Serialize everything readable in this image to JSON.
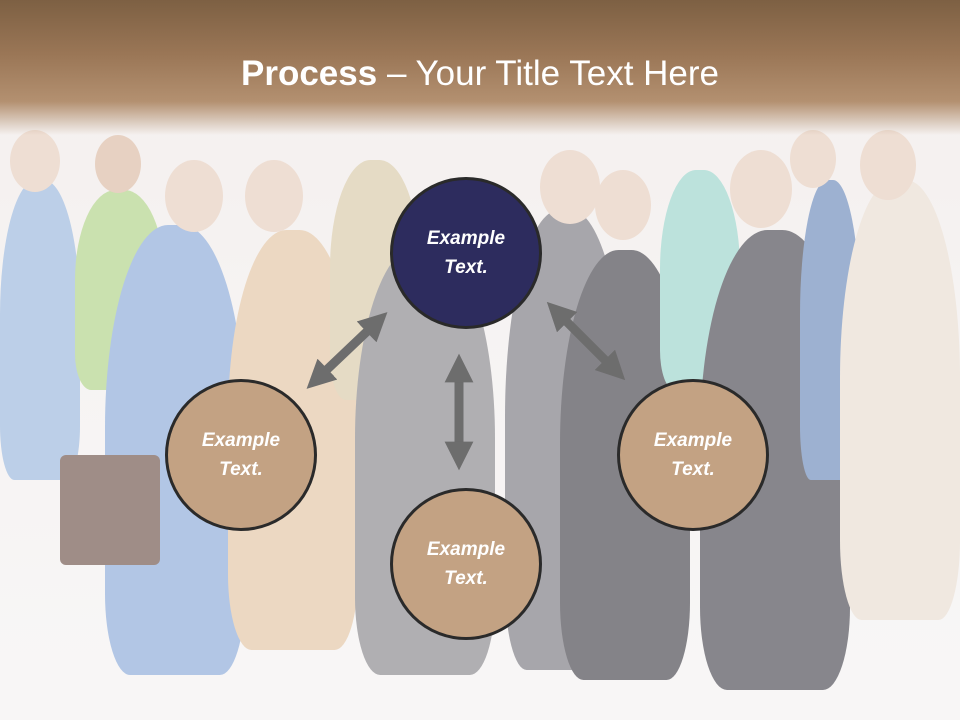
{
  "slide": {
    "title_bold": "Process",
    "title_dash": " – ",
    "title_rest": "Your Title Text Here"
  },
  "diagram": {
    "center_node": "Example Text.",
    "left_node": "Example Text.",
    "bottom_node": "Example Text.",
    "right_node": "Example Text."
  },
  "colors": {
    "banner": "#9a7656",
    "navy_circle": "#2d2c5e",
    "brown_circle": "#c3a283",
    "arrow": "#6d6d6d"
  }
}
